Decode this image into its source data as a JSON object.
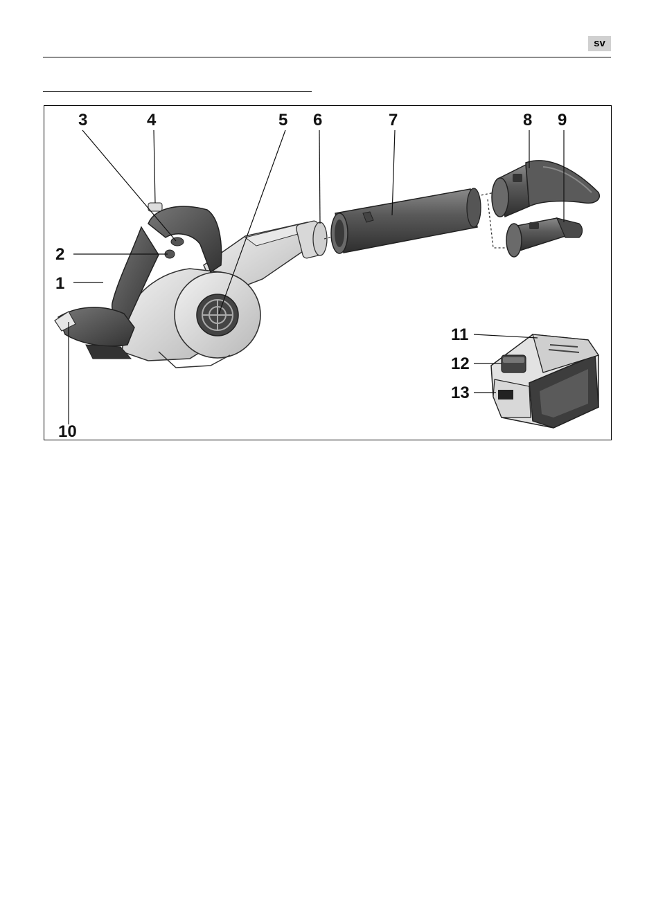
{
  "header": {
    "language_badge": "sv"
  },
  "figure": {
    "callouts": [
      "1",
      "2",
      "3",
      "4",
      "5",
      "6",
      "7",
      "8",
      "9",
      "10",
      "11",
      "12",
      "13"
    ]
  }
}
